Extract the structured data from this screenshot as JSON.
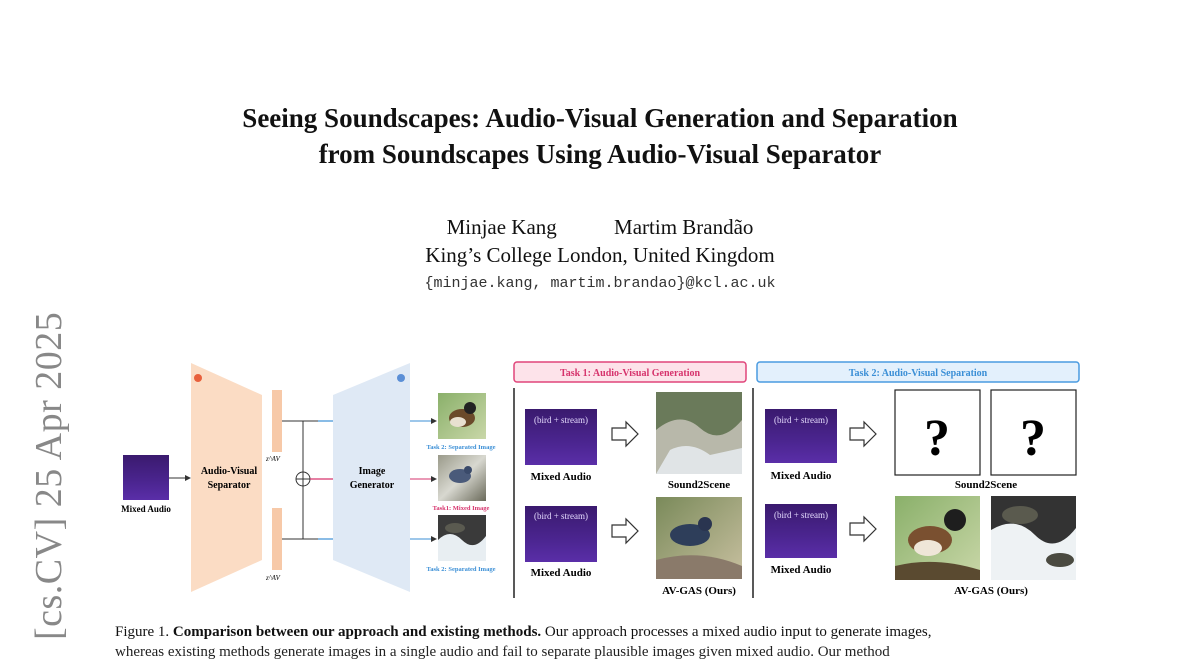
{
  "paper": {
    "title_line1": "Seeing Soundscapes: Audio-Visual Generation and Separation",
    "title_line2": "from Soundscapes Using Audio-Visual Separator",
    "author1": "Minjae Kang",
    "author2": "Martim Brandão",
    "affiliation": "King’s College London, United Kingdom",
    "email": "{minjae.kang, martim.brandao}@kcl.ac.uk",
    "arxiv_stamp": "[cs.CV]  25 Apr 2025"
  },
  "figure": {
    "pipeline": {
      "mixed_audio_label": "Mixed Audio",
      "separator_label_line1": "Audio-Visual",
      "separator_label_line2": "Separator",
      "generator_label_line1": "Image",
      "generator_label_line2": "Generator",
      "latent_label": "z^AV",
      "output_top_label": "Task 2: Separated Image",
      "output_mid_label": "Task1: Mixed Image",
      "output_bot_label": "Task 2: Separated Image"
    },
    "task1": {
      "header": "Task 1: Audio-Visual Generation",
      "spec_text": "(bird + stream)",
      "mixed_audio_label": "Mixed Audio",
      "method_top": "Sound2Scene",
      "method_bottom": "AV-GAS (Ours)"
    },
    "task2": {
      "header": "Task 2: Audio-Visual Separation",
      "spec_text": "(bird + stream)",
      "mixed_audio_label": "Mixed Audio",
      "question_mark": "?",
      "method_top": "Sound2Scene",
      "method_bottom": "AV-GAS (Ours)"
    },
    "colors": {
      "separator_fill": "#fbdcc4",
      "generator_fill": "#dfe9f5",
      "task1_border": "#e0457a",
      "task1_fill": "#fde3ea",
      "task2_border": "#4a9be0",
      "task2_fill": "#e3f0fc",
      "blue_text": "#3b8fd6",
      "red_text": "#d6336c"
    }
  },
  "caption": {
    "label": "Figure 1.",
    "bold": "Comparison between our approach and existing methods.",
    "text": "Our approach processes a mixed audio input to generate images,",
    "next_line": "whereas existing methods generate images in a single audio and fail to separate plausible images given mixed audio. Our method"
  }
}
